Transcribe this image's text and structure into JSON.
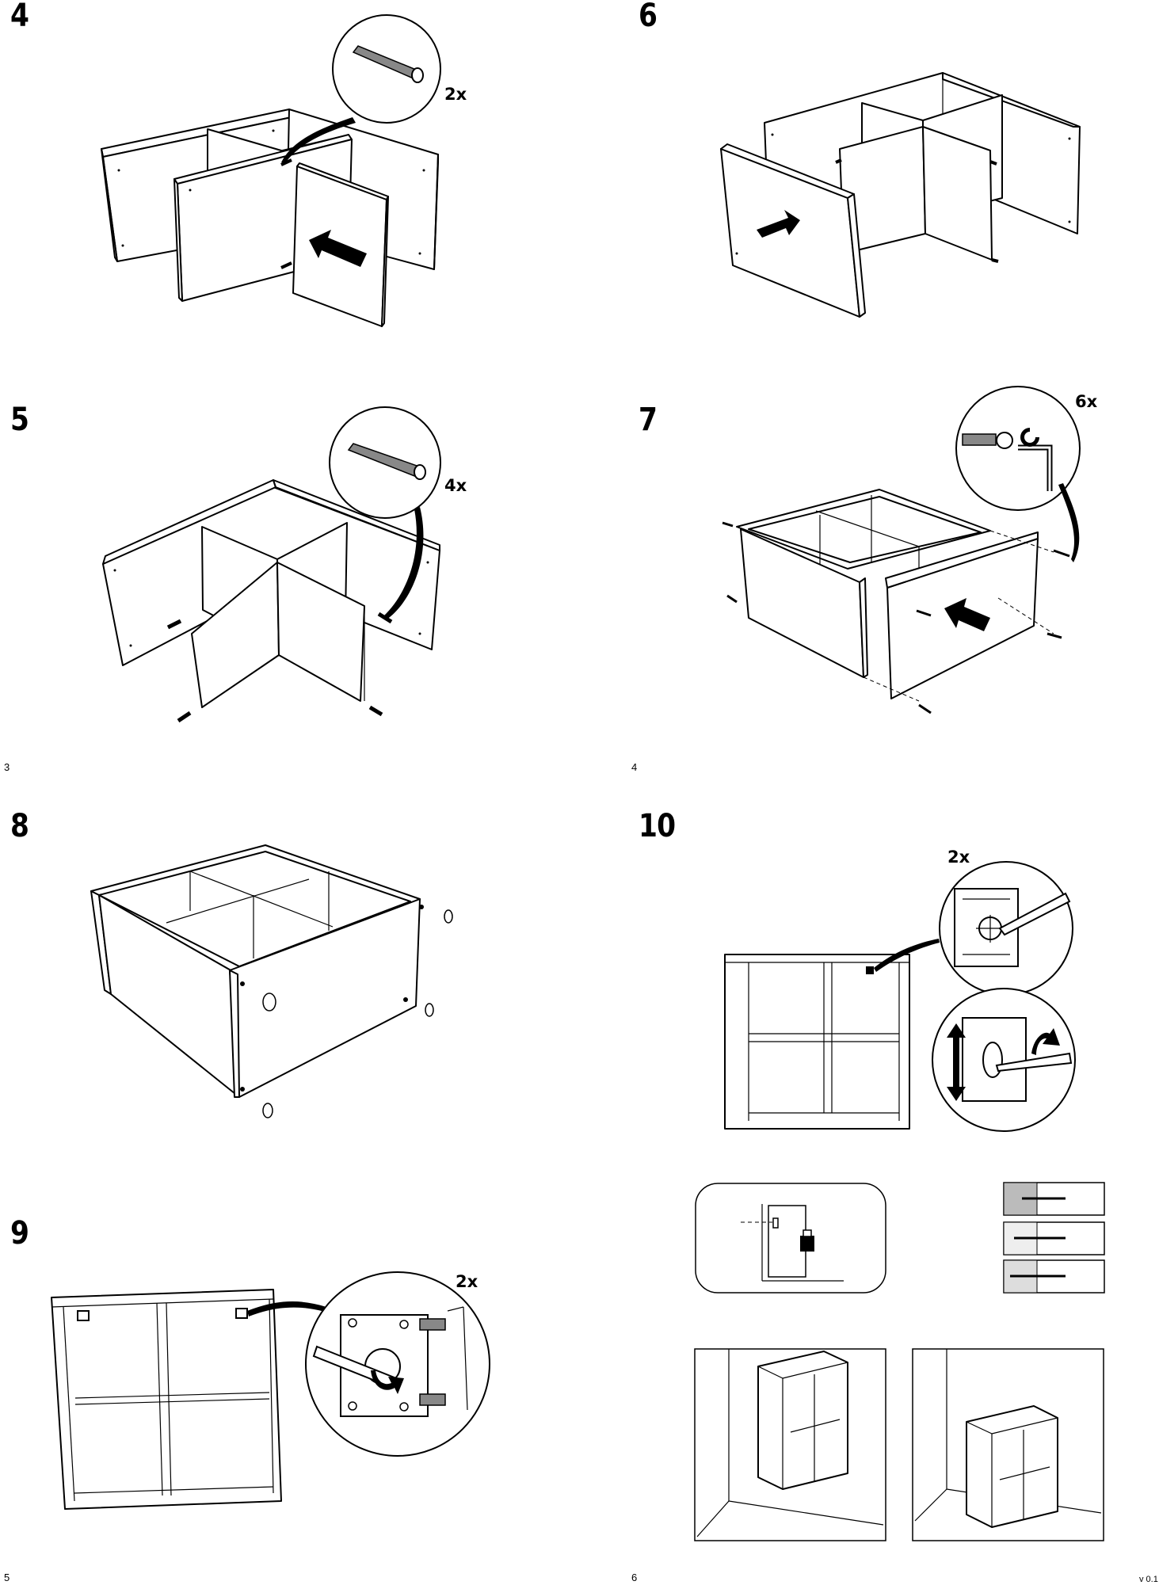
{
  "steps": {
    "s4": {
      "number": "4",
      "quantity": "2x"
    },
    "s5": {
      "number": "5",
      "quantity": "4x"
    },
    "s6": {
      "number": "6"
    },
    "s7": {
      "number": "7",
      "quantity": "6x"
    },
    "s8": {
      "number": "8"
    },
    "s9": {
      "number": "9",
      "quantity": "2x"
    },
    "s10": {
      "number": "10",
      "quantity": "2x"
    }
  },
  "page_numbers": {
    "p3": "3",
    "p4": "4",
    "p5": "5",
    "p6": "6"
  },
  "version": "v 0.1",
  "icons": [
    "wooden-dowel-icon",
    "cam-lock-screw-icon",
    "allen-key-icon",
    "screwdriver-icon",
    "push-arrow-icon",
    "adjust-arrow-icon",
    "wall-anchor-icon"
  ]
}
